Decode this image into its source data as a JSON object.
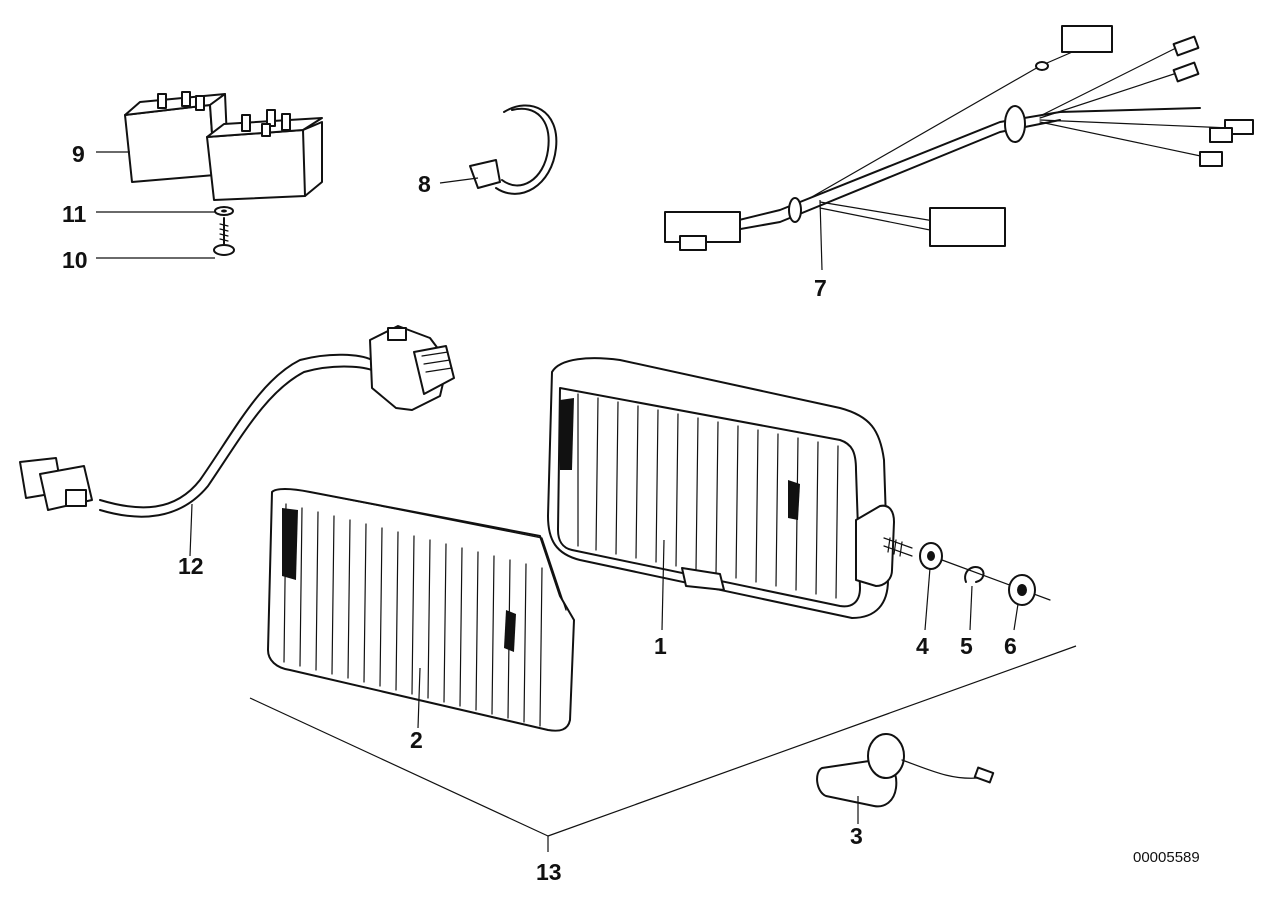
{
  "diagram": {
    "document_number": "00005589",
    "parts": [
      {
        "label": "1",
        "component": "fog-lamp-housing"
      },
      {
        "label": "2",
        "component": "fog-lamp-lens"
      },
      {
        "label": "3",
        "component": "bulb-holder"
      },
      {
        "label": "4",
        "component": "washer"
      },
      {
        "label": "5",
        "component": "spring-washer"
      },
      {
        "label": "6",
        "component": "nut"
      },
      {
        "label": "7",
        "component": "wiring-harness"
      },
      {
        "label": "8",
        "component": "cable-clamp"
      },
      {
        "label": "9",
        "component": "relay"
      },
      {
        "label": "10",
        "component": "screw"
      },
      {
        "label": "11",
        "component": "relay-washer"
      },
      {
        "label": "12",
        "component": "switch-with-cable"
      },
      {
        "label": "13",
        "component": "set-group"
      }
    ]
  }
}
